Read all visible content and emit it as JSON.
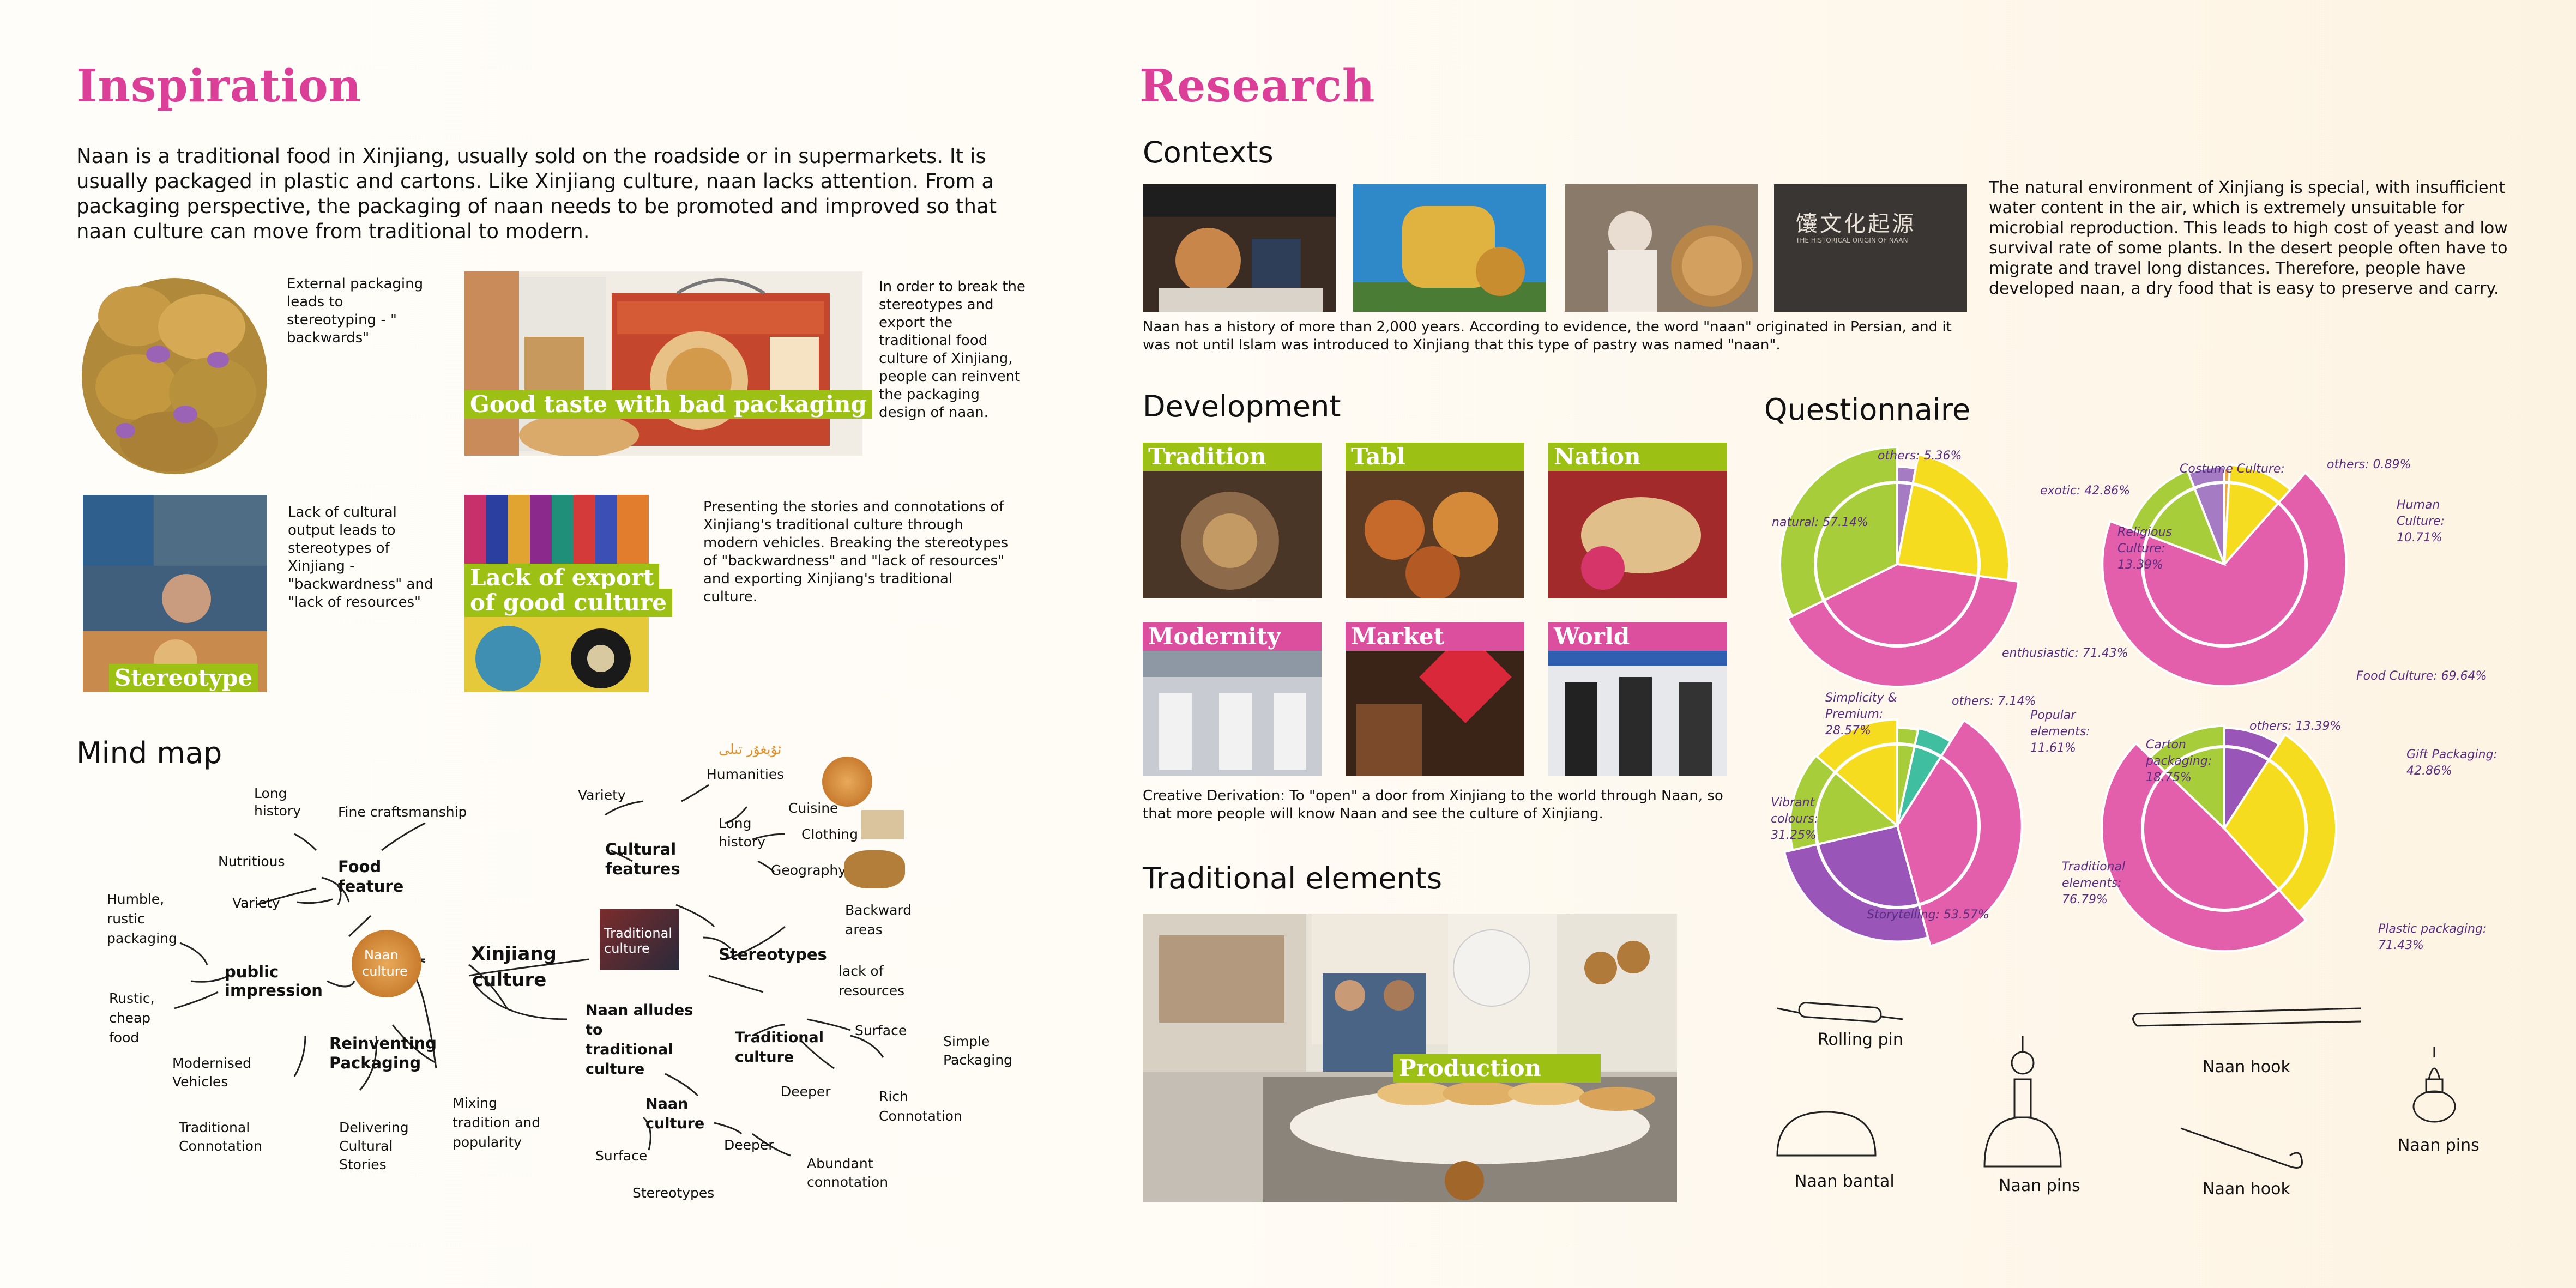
{
  "inspiration": {
    "title": "Inspiration",
    "intro": "Naan is a traditional food in Xinjiang, usually sold on the roadside or in supermarkets. It is usually packaged in plastic and cartons. Like Xinjiang culture, naan lacks attention. From a packaging perspective, the packaging of naan needs to be promoted and improved so that naan culture can move from traditional to modern.",
    "note_external": "External packaging leads to stereotyping - \" backwards\"",
    "note_reinvent": "In order to break the stereotypes and export the traditional food culture of Xinjiang, people can reinvent the packaging design of naan.",
    "label_taste": "Good taste with bad packaging",
    "note_lack_output": "Lack of cultural output leads to stereotypes of Xinjiang - \"backwardness\" and \"lack of resources\"",
    "label_stereotype": "Stereotype",
    "label_export_1": "Lack of export",
    "label_export_2": "of good culture",
    "note_presenting": "Presenting the stories and connotations of Xinjiang's traditional culture through modern vehicles. Breaking the stereotypes of \"backwardness\" and \"lack of resources\" and exporting Xinjiang's traditional culture."
  },
  "mindmap": {
    "title": "Mind map",
    "center_1": "Xinjiang",
    "center_2": "culture",
    "naan_culture_1": "Naan",
    "naan_culture_2": "culture",
    "food_feature": "Food feature",
    "long_history": "Long history",
    "fine_craft": "Fine craftsmanship",
    "nutritious": "Nutritious",
    "variety": "Variety",
    "public_impression": "public impression",
    "humble": "Humble, rustic packaging",
    "rustic": "Rustic, cheap food",
    "reinventing": "Reinventing Packaging",
    "modernised": "Modernised Vehicles",
    "trad_connotation": "Traditional Connotation",
    "delivering": "Delivering Cultural Stories",
    "mixing": "Mixing tradition and popularity",
    "variety_r": "Variety",
    "cultural_features": "Cultural features",
    "uyghur": "ئۇيغۇر تىلى",
    "humanities": "Humanities",
    "long_history_r": "Long history",
    "cuisine": "Cuisine",
    "clothing": "Clothing",
    "geography": "Geography",
    "traditional_culture_1": "Traditional",
    "traditional_culture_2": "culture",
    "stereotypes": "Stereotypes",
    "backward": "Backward areas",
    "lack_res": "lack of resources",
    "naan_alludes": "Naan alludes to traditional culture",
    "trad_culture_b": "Traditional culture",
    "surface": "Surface",
    "simple_pack": "Simple Packaging",
    "deeper": "Deeper",
    "rich": "Rich Connotation",
    "naan_culture_b": "Naan culture",
    "surface_b": "Surface",
    "deeper_b": "Deeper",
    "abundant": "Abundant connotation",
    "stereotypes_b": "Stereotypes"
  },
  "research": {
    "title": "Research",
    "contexts_title": "Contexts",
    "history_text": "Naan has a history of more than 2,000 years. According to evidence, the word \"naan\" originated in Persian, and it was not until Islam was introduced to Xinjiang that this type of pastry was named \"naan\".",
    "environment_text": "The natural environment of Xinjiang is special, with insufficient water content in the air, which is extremely unsuitable for microbial reproduction. This leads to high cost of yeast and low survival rate of some plants. In the desert people often have to migrate and travel long distances. Therefore, people have developed naan, a dry food that is easy to preserve and carry.",
    "museum_sign_1": "馕文化起源",
    "museum_sign_2": "THE HISTORICAL ORIGIN OF NAAN",
    "development_title": "Development",
    "dev_labels": [
      "Tradition",
      "Tabl",
      "Nation",
      "Modernity",
      "Market",
      "World"
    ],
    "derivation": "Creative Derivation: To \"open\" a door from Xinjiang to the world through Naan, so that more people will know Naan and see the culture of Xinjiang.",
    "trad_title": "Traditional elements",
    "production": "Production"
  },
  "questionnaire": {
    "title": "Questionnaire",
    "charts": [
      {
        "slices": [
          {
            "label": "others: 5.36%",
            "value": 5.36,
            "color": "#a57cc4"
          },
          {
            "label": "exotic: 42.86%",
            "value": 42.86,
            "color": "#f5dc1e"
          },
          {
            "label": "enthusiastic: 71.43%",
            "value": 71.43,
            "color": "#e45fab"
          },
          {
            "label": "natural: 57.14%",
            "value": 57.14,
            "color": "#a8cd3a"
          }
        ]
      },
      {
        "slices": [
          {
            "label": "others: 0.89%",
            "value": 0.89,
            "color": "#f0a63c"
          },
          {
            "label": "Human Culture: 10.71%",
            "value": 10.71,
            "color": "#f5dc1e"
          },
          {
            "label": "Food Culture: 69.64%",
            "value": 69.64,
            "color": "#e45fab"
          },
          {
            "label": "Religious Culture: 13.39%",
            "value": 13.39,
            "color": "#a8cd3a"
          },
          {
            "label": "Costume Culture:",
            "value": 6.0,
            "color": "#a57cc4"
          }
        ]
      },
      {
        "slices": [
          {
            "label": "others: 7.14%",
            "value": 7.14,
            "color": "#a8cd3a"
          },
          {
            "label": "Popular elements: 11.61%",
            "value": 11.61,
            "color": "#3fbfa0"
          },
          {
            "label": "Traditional elements: 76.79%",
            "value": 76.79,
            "color": "#e45fab"
          },
          {
            "label": "Storytelling: 53.57%",
            "value": 53.57,
            "color": "#9a55b9"
          },
          {
            "label": "Vibrant colours: 31.25%",
            "value": 31.25,
            "color": "#a8cd3a"
          },
          {
            "label": "Simplicity & Premium: 28.57%",
            "value": 28.57,
            "color": "#f5dc1e"
          }
        ]
      },
      {
        "slices": [
          {
            "label": "others: 13.39%",
            "value": 13.39,
            "color": "#9a55b9"
          },
          {
            "label": "Gift Packaging: 42.86%",
            "value": 42.86,
            "color": "#f5dc1e"
          },
          {
            "label": "Plastic packaging: 71.43%",
            "value": 71.43,
            "color": "#e45fab"
          },
          {
            "label": "Carton packaging: 18.75%",
            "value": 18.75,
            "color": "#a8cd3a"
          }
        ]
      }
    ]
  },
  "tools": {
    "rolling_pin": "Rolling pin",
    "naan_hook_1": "Naan hook",
    "naan_pins_right": "Naan pins",
    "naan_bantal": "Naan bantal",
    "naan_pins_mid": "Naan pins",
    "naan_hook_2": "Naan hook"
  }
}
